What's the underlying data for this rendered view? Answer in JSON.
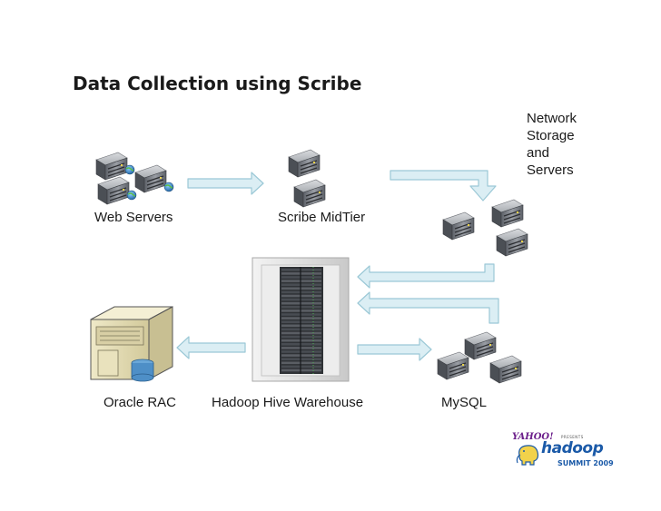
{
  "slide": {
    "title": "Data Collection using Scribe",
    "labels": {
      "web_servers": "Web Servers",
      "scribe_midtier": "Scribe MidTier",
      "network_storage": [
        "Network",
        "Storage",
        "and",
        "Servers"
      ],
      "oracle_rac": "Oracle RAC",
      "hive_warehouse": "Hadoop Hive Warehouse",
      "mysql": "MySQL"
    },
    "logo": {
      "sponsor": "YAHOO!",
      "presents": "PRESENTS",
      "product": "hadoop",
      "event": "SUMMIT 2009"
    }
  },
  "colors": {
    "arrow_fill": "#dbeef4",
    "arrow_stroke": "#9bc8d6",
    "server_body": "#8c9097",
    "server_dark": "#3a3d42",
    "globe": "#2a7fc4",
    "logo_blue": "#1b5aa8",
    "logo_purple": "#6b1e8a"
  },
  "icons": [
    "server-icon",
    "globe-icon",
    "rack-cabinet-icon",
    "database-server-icon",
    "arrow-right-icon",
    "arrow-left-icon",
    "arrow-down-icon",
    "hadoop-elephant-icon"
  ]
}
